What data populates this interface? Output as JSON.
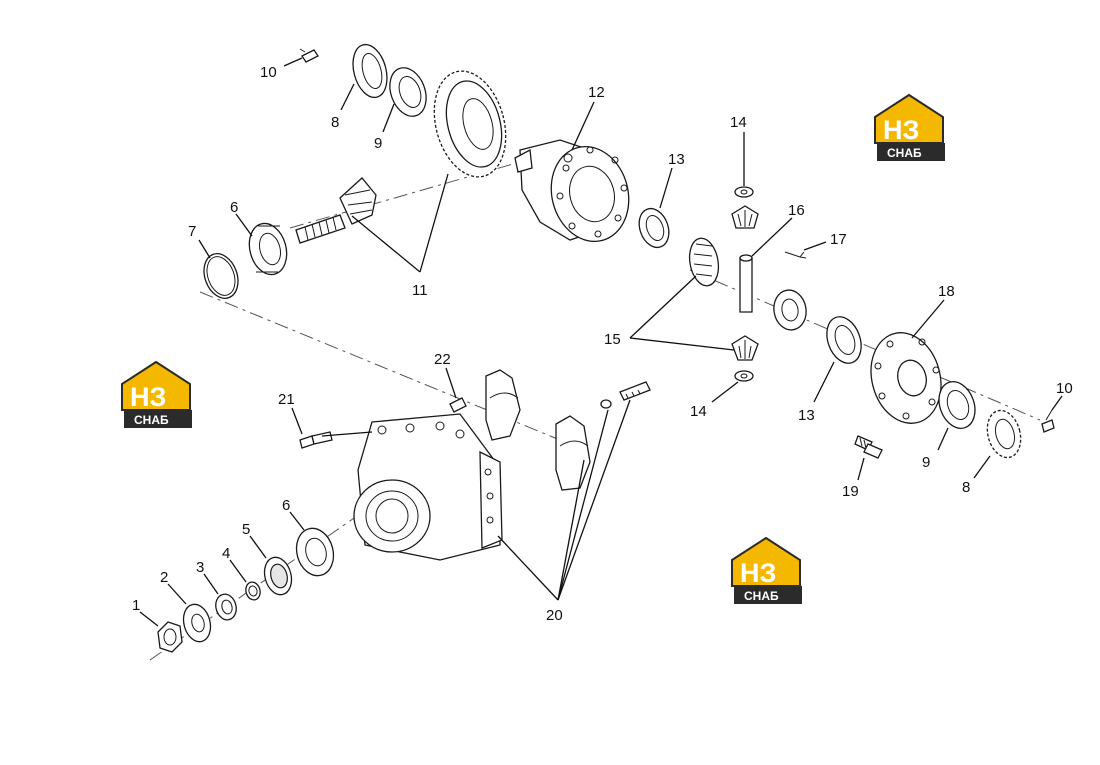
{
  "brand": {
    "logo_letters": "НЗ",
    "logo_word": "СНАБ",
    "accent_color": "#f5b800",
    "dark_color": "#2b2b2b"
  },
  "callouts": {
    "c1": "1",
    "c2": "2",
    "c3": "3",
    "c4": "4",
    "c5": "5",
    "c6a": "6",
    "c6b": "6",
    "c7": "7",
    "c8a": "8",
    "c8b": "8",
    "c9a": "9",
    "c9b": "9",
    "c10a": "10",
    "c10b": "10",
    "c11": "11",
    "c12": "12",
    "c13a": "13",
    "c13b": "13",
    "c14a": "14",
    "c14b": "14",
    "c15": "15",
    "c16": "16",
    "c17": "17",
    "c18": "18",
    "c19": "19",
    "c20": "20",
    "c21": "21",
    "c22": "22"
  }
}
